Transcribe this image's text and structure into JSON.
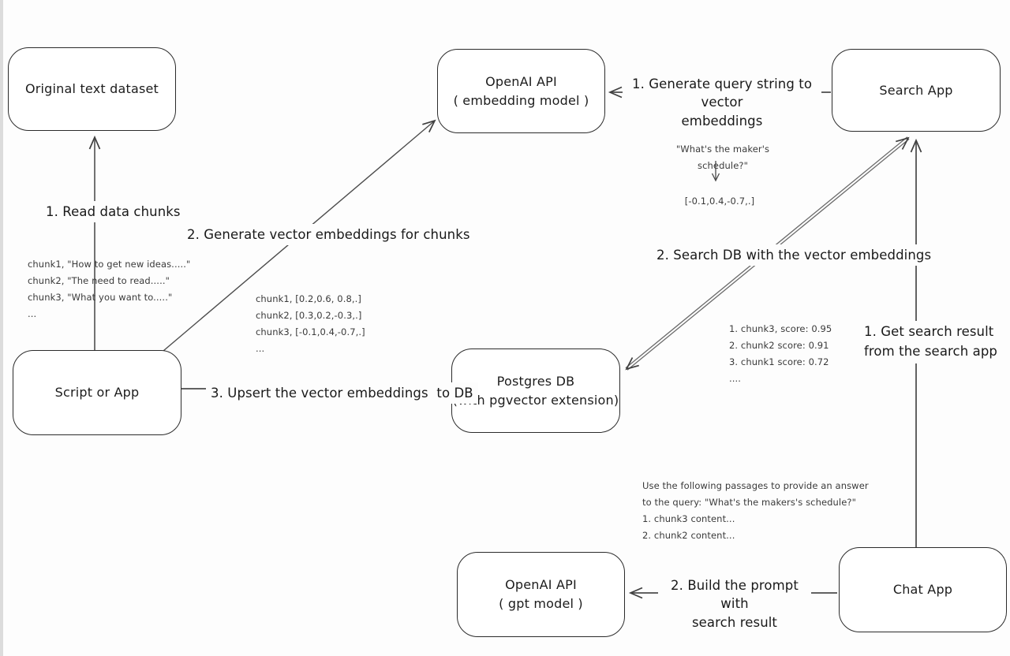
{
  "nodes": {
    "original_dataset": "Original text dataset",
    "openai_embedding": "OpenAI API\n( embedding model )",
    "search_app": "Search App",
    "script_or_app": "Script or App",
    "postgres_db": "Postgres DB\n(with pgvector extension)",
    "openai_gpt": "OpenAI API\n( gpt model )",
    "chat_app": "Chat App"
  },
  "edges": {
    "read_chunks": {
      "label": "1. Read data chunks"
    },
    "generate_embeddings": {
      "label": "2. Generate vector embeddings for chunks"
    },
    "upsert": {
      "label": "3. Upsert the vector embeddings  to DB"
    },
    "query_string": {
      "label": "1. Generate query string to vector\nembeddings"
    },
    "search_db": {
      "label": "2. Search DB with the vector embeddings"
    },
    "get_result": {
      "label": "1. Get search result\nfrom the search app"
    },
    "build_prompt": {
      "label": "2. Build the prompt with\nsearch result"
    }
  },
  "annotations": {
    "chunks": "chunk1, \"How to get new ideas.....\"\nchunk2, \"The need to read.....\"\nchunk3, \"What you want to.....\"\n...",
    "vectors": "chunk1, [0.2,0.6, 0.8,.]\nchunk2, [0.3,0.2,-0.3,.]\nchunk3, [-0.1,0.4,-0.7,.]\n...",
    "query": "\"What's the maker's schedule?\"",
    "query_vector": "[-0.1,0.4,-0.7,.]",
    "scores": "1. chunk3, score: 0.95\n2. chunk2 score: 0.91\n3. chunk1 score: 0.72\n....",
    "prompt": "Use the following passages to provide an answer\nto the query: \"What's the makers's schedule?\"\n1. chunk3 content...\n2. chunk2 content..."
  },
  "colors": {
    "line": "#5a5a5a",
    "arrowhead": "#3f3f3f",
    "box_border": "#2b2b2b",
    "text": "#1c1c1c",
    "annotation_text": "#3a3a3a",
    "background": "#fdfdfd"
  }
}
